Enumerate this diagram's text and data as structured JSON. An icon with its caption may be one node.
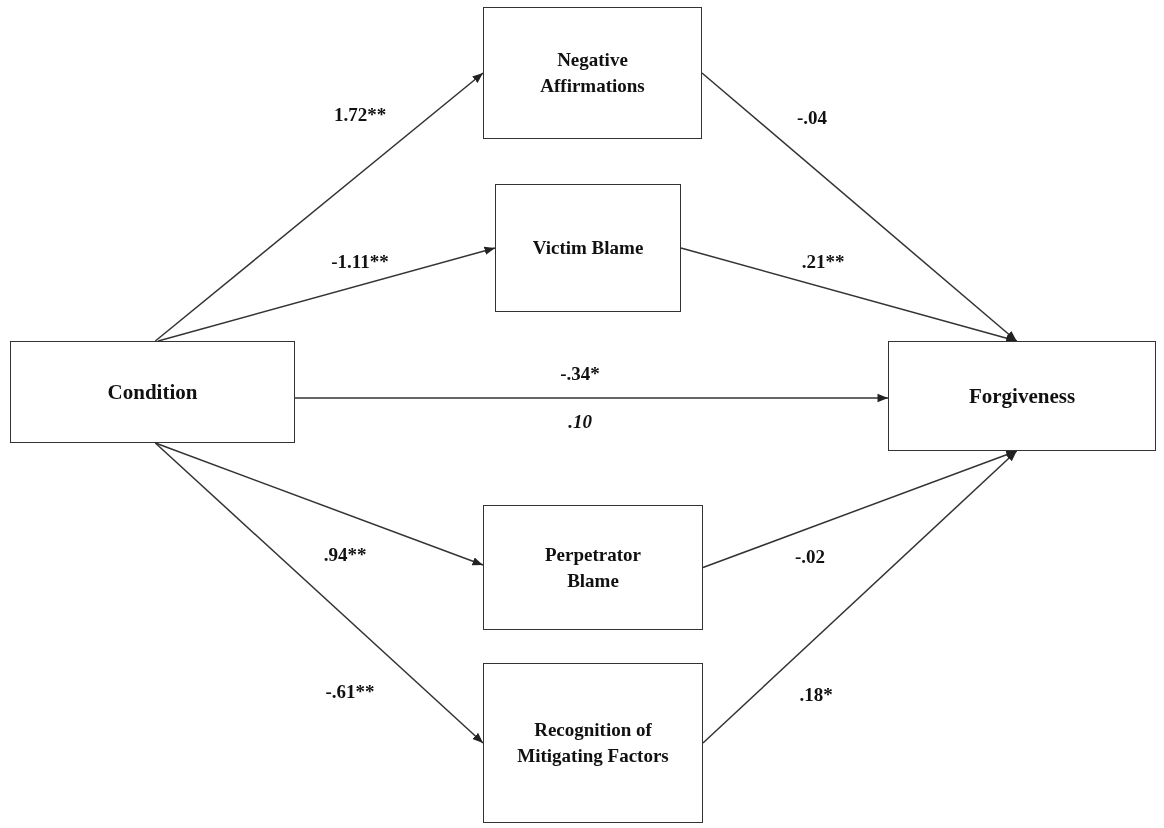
{
  "diagram": {
    "nodes": [
      {
        "text": [
          "Negative Affirmations"
        ]
      },
      {
        "text": [
          "Victim Blame"
        ]
      },
      {
        "text": [
          "Condition"
        ]
      },
      {
        "text": [
          "Forgiveness"
        ]
      },
      {
        "text": [
          "Perpetrator Blame"
        ]
      },
      {
        "text": [
          "Recognition of Mitigating Factors"
        ]
      }
    ],
    "edges": [
      {
        "from": 2,
        "to": 0,
        "arrow": "to",
        "label": "1.72**"
      },
      {
        "from": 2,
        "to": 1,
        "arrow": "to",
        "label": "-1.11**"
      },
      {
        "from": 2,
        "to": 3,
        "arrow": "to",
        "label": "-.34*"
      },
      {
        "from": 2,
        "to": 4,
        "arrow": "to",
        "label": ".94**"
      },
      {
        "from": 2,
        "to": 5,
        "arrow": "to",
        "label": "-.61**"
      },
      {
        "from": 0,
        "to": 3,
        "arrow": "to",
        "label": "-.04"
      },
      {
        "from": 1,
        "to": 3,
        "arrow": "to",
        "label": ".21**"
      },
      {
        "from": 4,
        "to": 3,
        "arrow": "to",
        "label": "-.02"
      },
      {
        "from": 5,
        "to": 3,
        "arrow": "to",
        "label": ".18*"
      }
    ],
    "labels": [
      ".10"
    ]
  }
}
